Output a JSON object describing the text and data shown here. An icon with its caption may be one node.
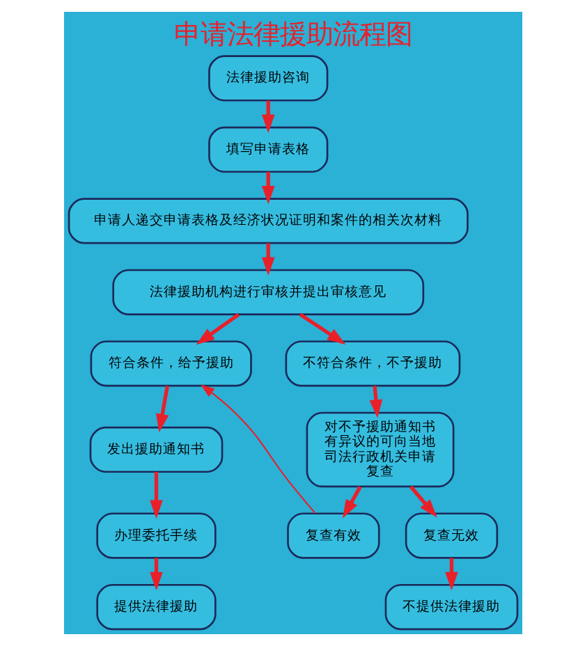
{
  "diagram": {
    "title": "申请法律援助流程图",
    "nodes": [
      {
        "text": [
          "法律援助咨询"
        ]
      },
      {
        "text": [
          "填写申请表格"
        ]
      },
      {
        "text": [
          "申请人递交申请表格及经济状况证明和案件的相关次材料"
        ]
      },
      {
        "text": [
          "法律援助机构进行审核并提出审核意见"
        ]
      },
      {
        "text": [
          "符合条件，给予援助"
        ]
      },
      {
        "text": [
          "不符合条件，不予援助"
        ]
      },
      {
        "text": [
          "发出援助通知书"
        ]
      },
      {
        "text": [
          "对不予援助通知书有异议的可向当地司法行政机关申请复查"
        ]
      },
      {
        "text": [
          "办理委托手续"
        ]
      },
      {
        "text": [
          "复查有效"
        ]
      },
      {
        "text": [
          "复查无效"
        ]
      },
      {
        "text": [
          "提供法律援助"
        ]
      },
      {
        "text": [
          "不提供法律援助"
        ]
      }
    ],
    "edges": [
      {
        "from": 0,
        "to": 1,
        "arrow": "to"
      },
      {
        "from": 1,
        "to": 2,
        "arrow": "to"
      },
      {
        "from": 2,
        "to": 3,
        "arrow": "to"
      },
      {
        "from": 3,
        "to": 4,
        "arrow": "to"
      },
      {
        "from": 3,
        "to": 5,
        "arrow": "to"
      },
      {
        "from": 4,
        "to": 6,
        "arrow": "to"
      },
      {
        "from": 5,
        "to": 7,
        "arrow": "to"
      },
      {
        "from": 6,
        "to": 8,
        "arrow": "to"
      },
      {
        "from": 7,
        "to": 9,
        "arrow": "to"
      },
      {
        "from": 7,
        "to": 10,
        "arrow": "to"
      },
      {
        "from": 8,
        "to": 11,
        "arrow": "to"
      },
      {
        "from": 9,
        "to": 4,
        "arrow": "to"
      },
      {
        "from": 10,
        "to": 12,
        "arrow": "to"
      }
    ]
  }
}
